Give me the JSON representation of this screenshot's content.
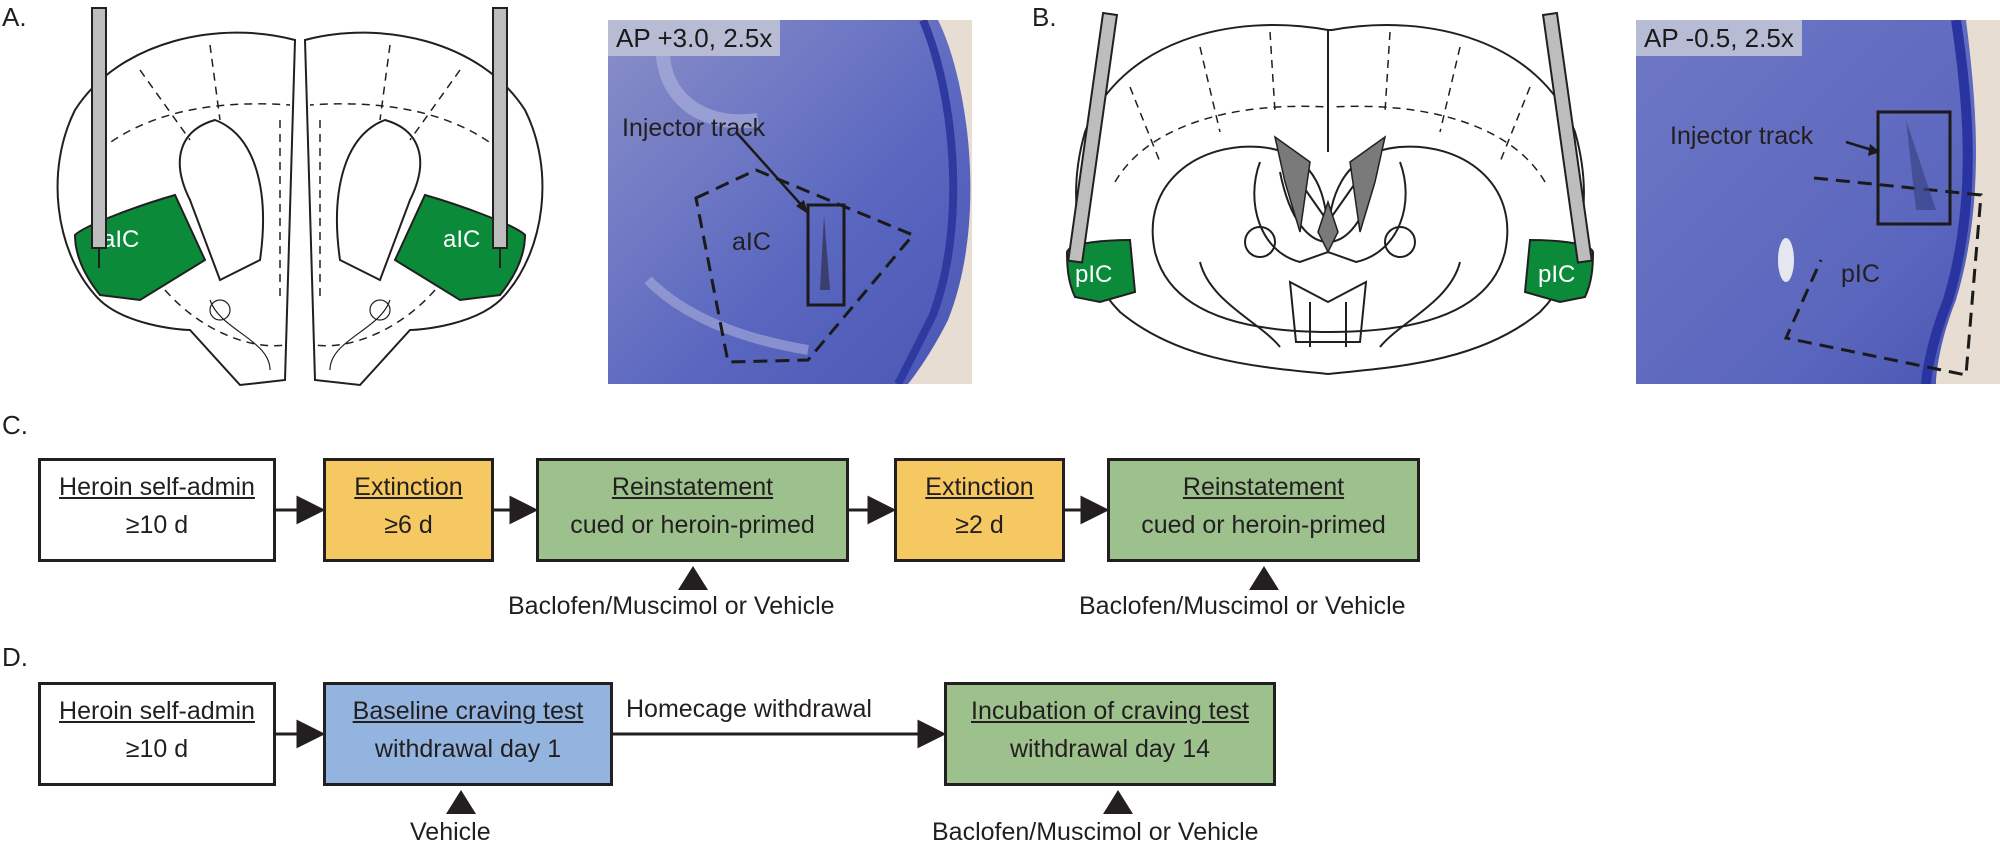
{
  "panels": {
    "a": "A.",
    "b": "B.",
    "c": "C.",
    "d": "D."
  },
  "panel_a": {
    "region_label_left": "aIC",
    "region_label_right": "aIC",
    "micrograph_caption": "AP +3.0, 2.5x",
    "track_label": "Injector track",
    "region_label_micro": "aIC"
  },
  "panel_b": {
    "region_label_left": "pIC",
    "region_label_right": "pIC",
    "micrograph_caption": "AP -0.5, 2.5x",
    "track_label": "Injector track",
    "region_label_micro": "pIC"
  },
  "panel_c": {
    "steps": [
      {
        "title": "Heroin self-admin",
        "detail": "≥10 d",
        "color": "#ffffff"
      },
      {
        "title": "Extinction",
        "detail": "≥6 d",
        "color": "#f5c862"
      },
      {
        "title": "Reinstatement",
        "detail": "cued or heroin-primed",
        "color": "#9dc18c"
      },
      {
        "title": "Extinction",
        "detail": "≥2 d",
        "color": "#f5c862"
      },
      {
        "title": "Reinstatement",
        "detail": "cued or heroin-primed",
        "color": "#9dc18c"
      }
    ],
    "treatment_1": "Baclofen/Muscimol or Vehicle",
    "treatment_2": "Baclofen/Muscimol or Vehicle"
  },
  "panel_d": {
    "steps": [
      {
        "title": "Heroin self-admin",
        "detail": "≥10 d",
        "color": "#ffffff"
      },
      {
        "title": "Baseline craving test",
        "detail": "withdrawal day 1",
        "color": "#93b4de"
      },
      {
        "title": "Incubation of craving test",
        "detail": "withdrawal day 14",
        "color": "#9dc18c"
      }
    ],
    "transition_label": "Homecage withdrawal",
    "treatment_1": "Vehicle",
    "treatment_2": "Baclofen/Muscimol or Vehicle"
  },
  "colors": {
    "region_fill": "#0b8a3a",
    "nissl_stain": "#5a67c0",
    "outline": "#231f20"
  }
}
